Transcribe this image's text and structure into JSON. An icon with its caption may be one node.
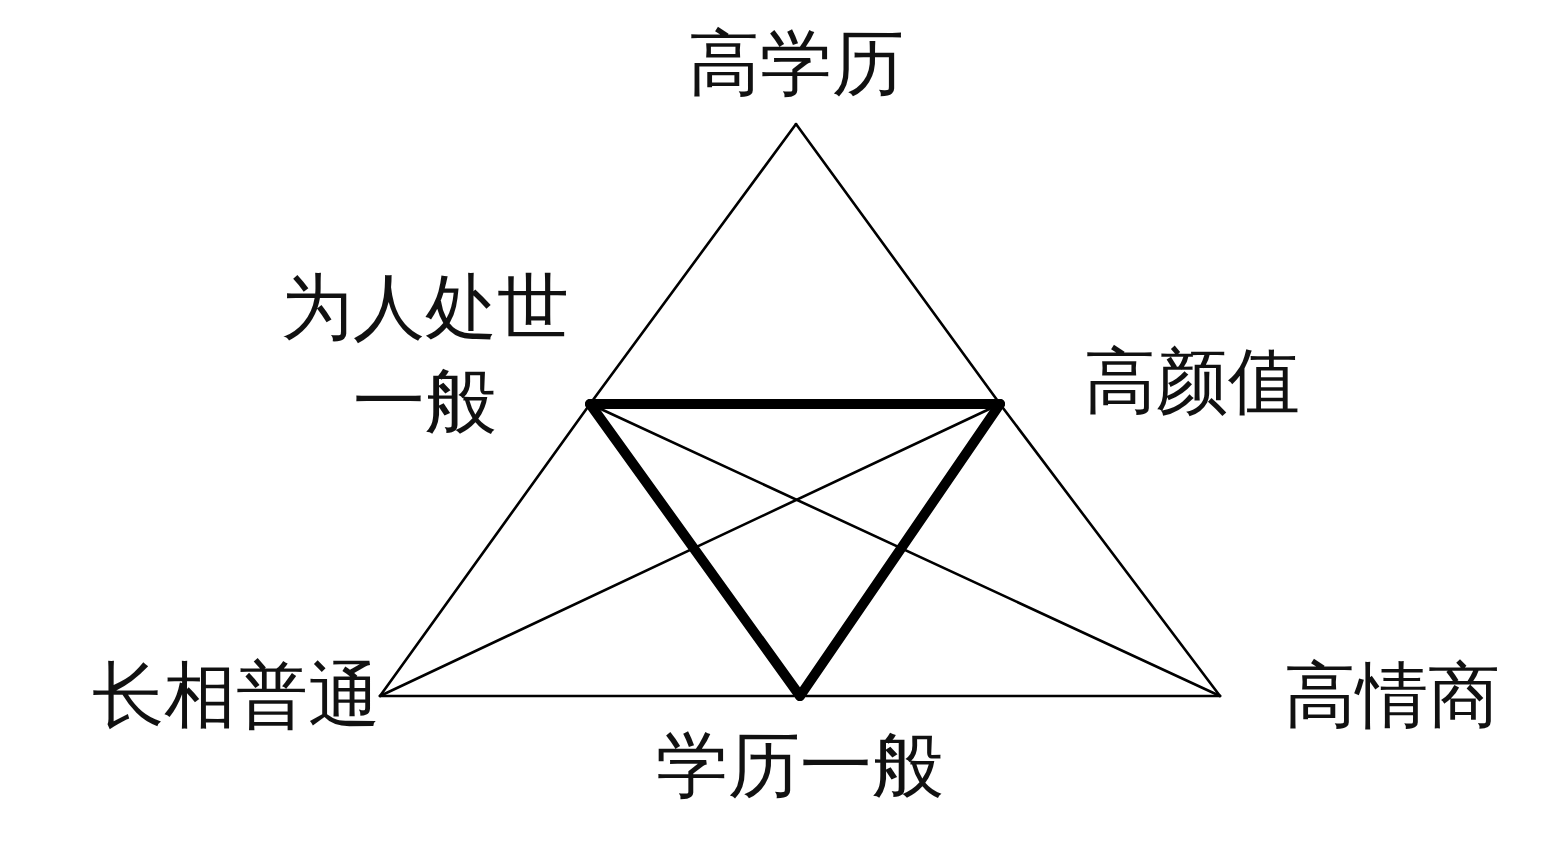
{
  "diagram": {
    "nodes": [
      {
        "text": [
          "高学历"
        ]
      },
      {
        "text": [
          "为人处世一般"
        ]
      },
      {
        "text": [
          "高颜值"
        ]
      },
      {
        "text": [
          "长相普通"
        ]
      },
      {
        "text": [
          "高情商"
        ]
      },
      {
        "text": [
          "学历一般"
        ]
      }
    ],
    "edges": [
      {
        "from": 0,
        "to": 1,
        "arrow": "none"
      },
      {
        "from": 1,
        "to": 3,
        "arrow": "none"
      },
      {
        "from": 3,
        "to": 5,
        "arrow": "none"
      },
      {
        "from": 5,
        "to": 4,
        "arrow": "none"
      },
      {
        "from": 4,
        "to": 2,
        "arrow": "none"
      },
      {
        "from": 2,
        "to": 0,
        "arrow": "none"
      },
      {
        "from": 1,
        "to": 2,
        "arrow": "none",
        "style": "thick"
      },
      {
        "from": 2,
        "to": 5,
        "arrow": "none",
        "style": "thick"
      },
      {
        "from": 5,
        "to": 1,
        "arrow": "none",
        "style": "thick"
      },
      {
        "from": 3,
        "to": 2,
        "arrow": "none"
      },
      {
        "from": 4,
        "to": 1,
        "arrow": "none"
      }
    ]
  }
}
